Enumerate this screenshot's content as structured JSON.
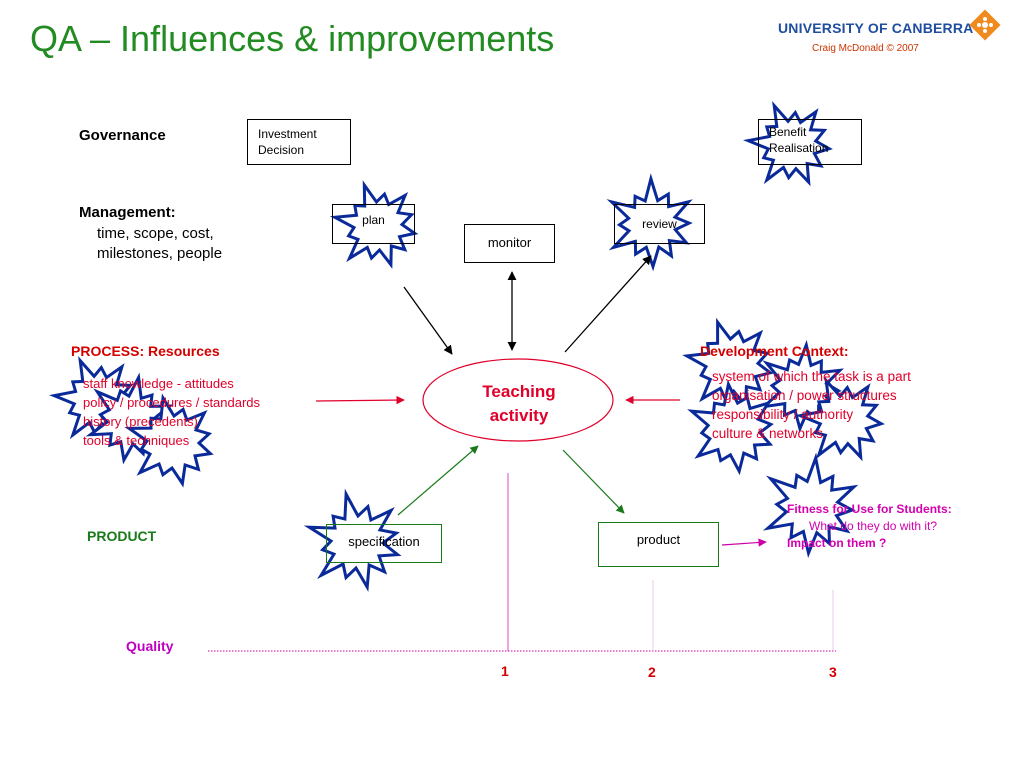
{
  "title": "QA – Influences & improvements",
  "logo": {
    "text": "UNIVERSITY OF CANBERRA",
    "credit": "Craig McDonald © 2007"
  },
  "rows": {
    "governance": "Governance",
    "management": "Management:",
    "management_sub1": "time, scope, cost,",
    "management_sub2": "milestones, people",
    "process": "PROCESS:  Resources",
    "product": "PRODUCT",
    "quality": "Quality"
  },
  "boxes": {
    "investment_line1": "Investment",
    "investment_line2": "Decision",
    "benefit_line1": "Benefit",
    "benefit_line2": "Realisation",
    "plan": "plan",
    "review": "review",
    "monitor": "monitor",
    "specification": "specification",
    "product": "product"
  },
  "center": {
    "line1": "Teaching",
    "line2": "activity"
  },
  "resources": [
    "staff knowledge - attitudes",
    "policy / procedures / standards",
    "history (precedents)",
    "tools & techniques"
  ],
  "context": {
    "heading": "Development Context:",
    "items": [
      "system of which the task is a part",
      "organisation / power structures",
      "responsibility / authority",
      "culture & networks"
    ]
  },
  "fitness": {
    "line1": "Fitness for Use for Students:",
    "line2": "What do they do with it?",
    "line3": "Impact on them ?"
  },
  "axis": {
    "ticks": [
      "1",
      "2",
      "3"
    ]
  },
  "colors": {
    "title": "#228b22",
    "burst_fill": "#ffffff",
    "burst_stroke": "#0a2a9a",
    "red_text": "#e0002a",
    "green_arrow": "#1a7a1a",
    "magenta": "#cc00aa"
  }
}
